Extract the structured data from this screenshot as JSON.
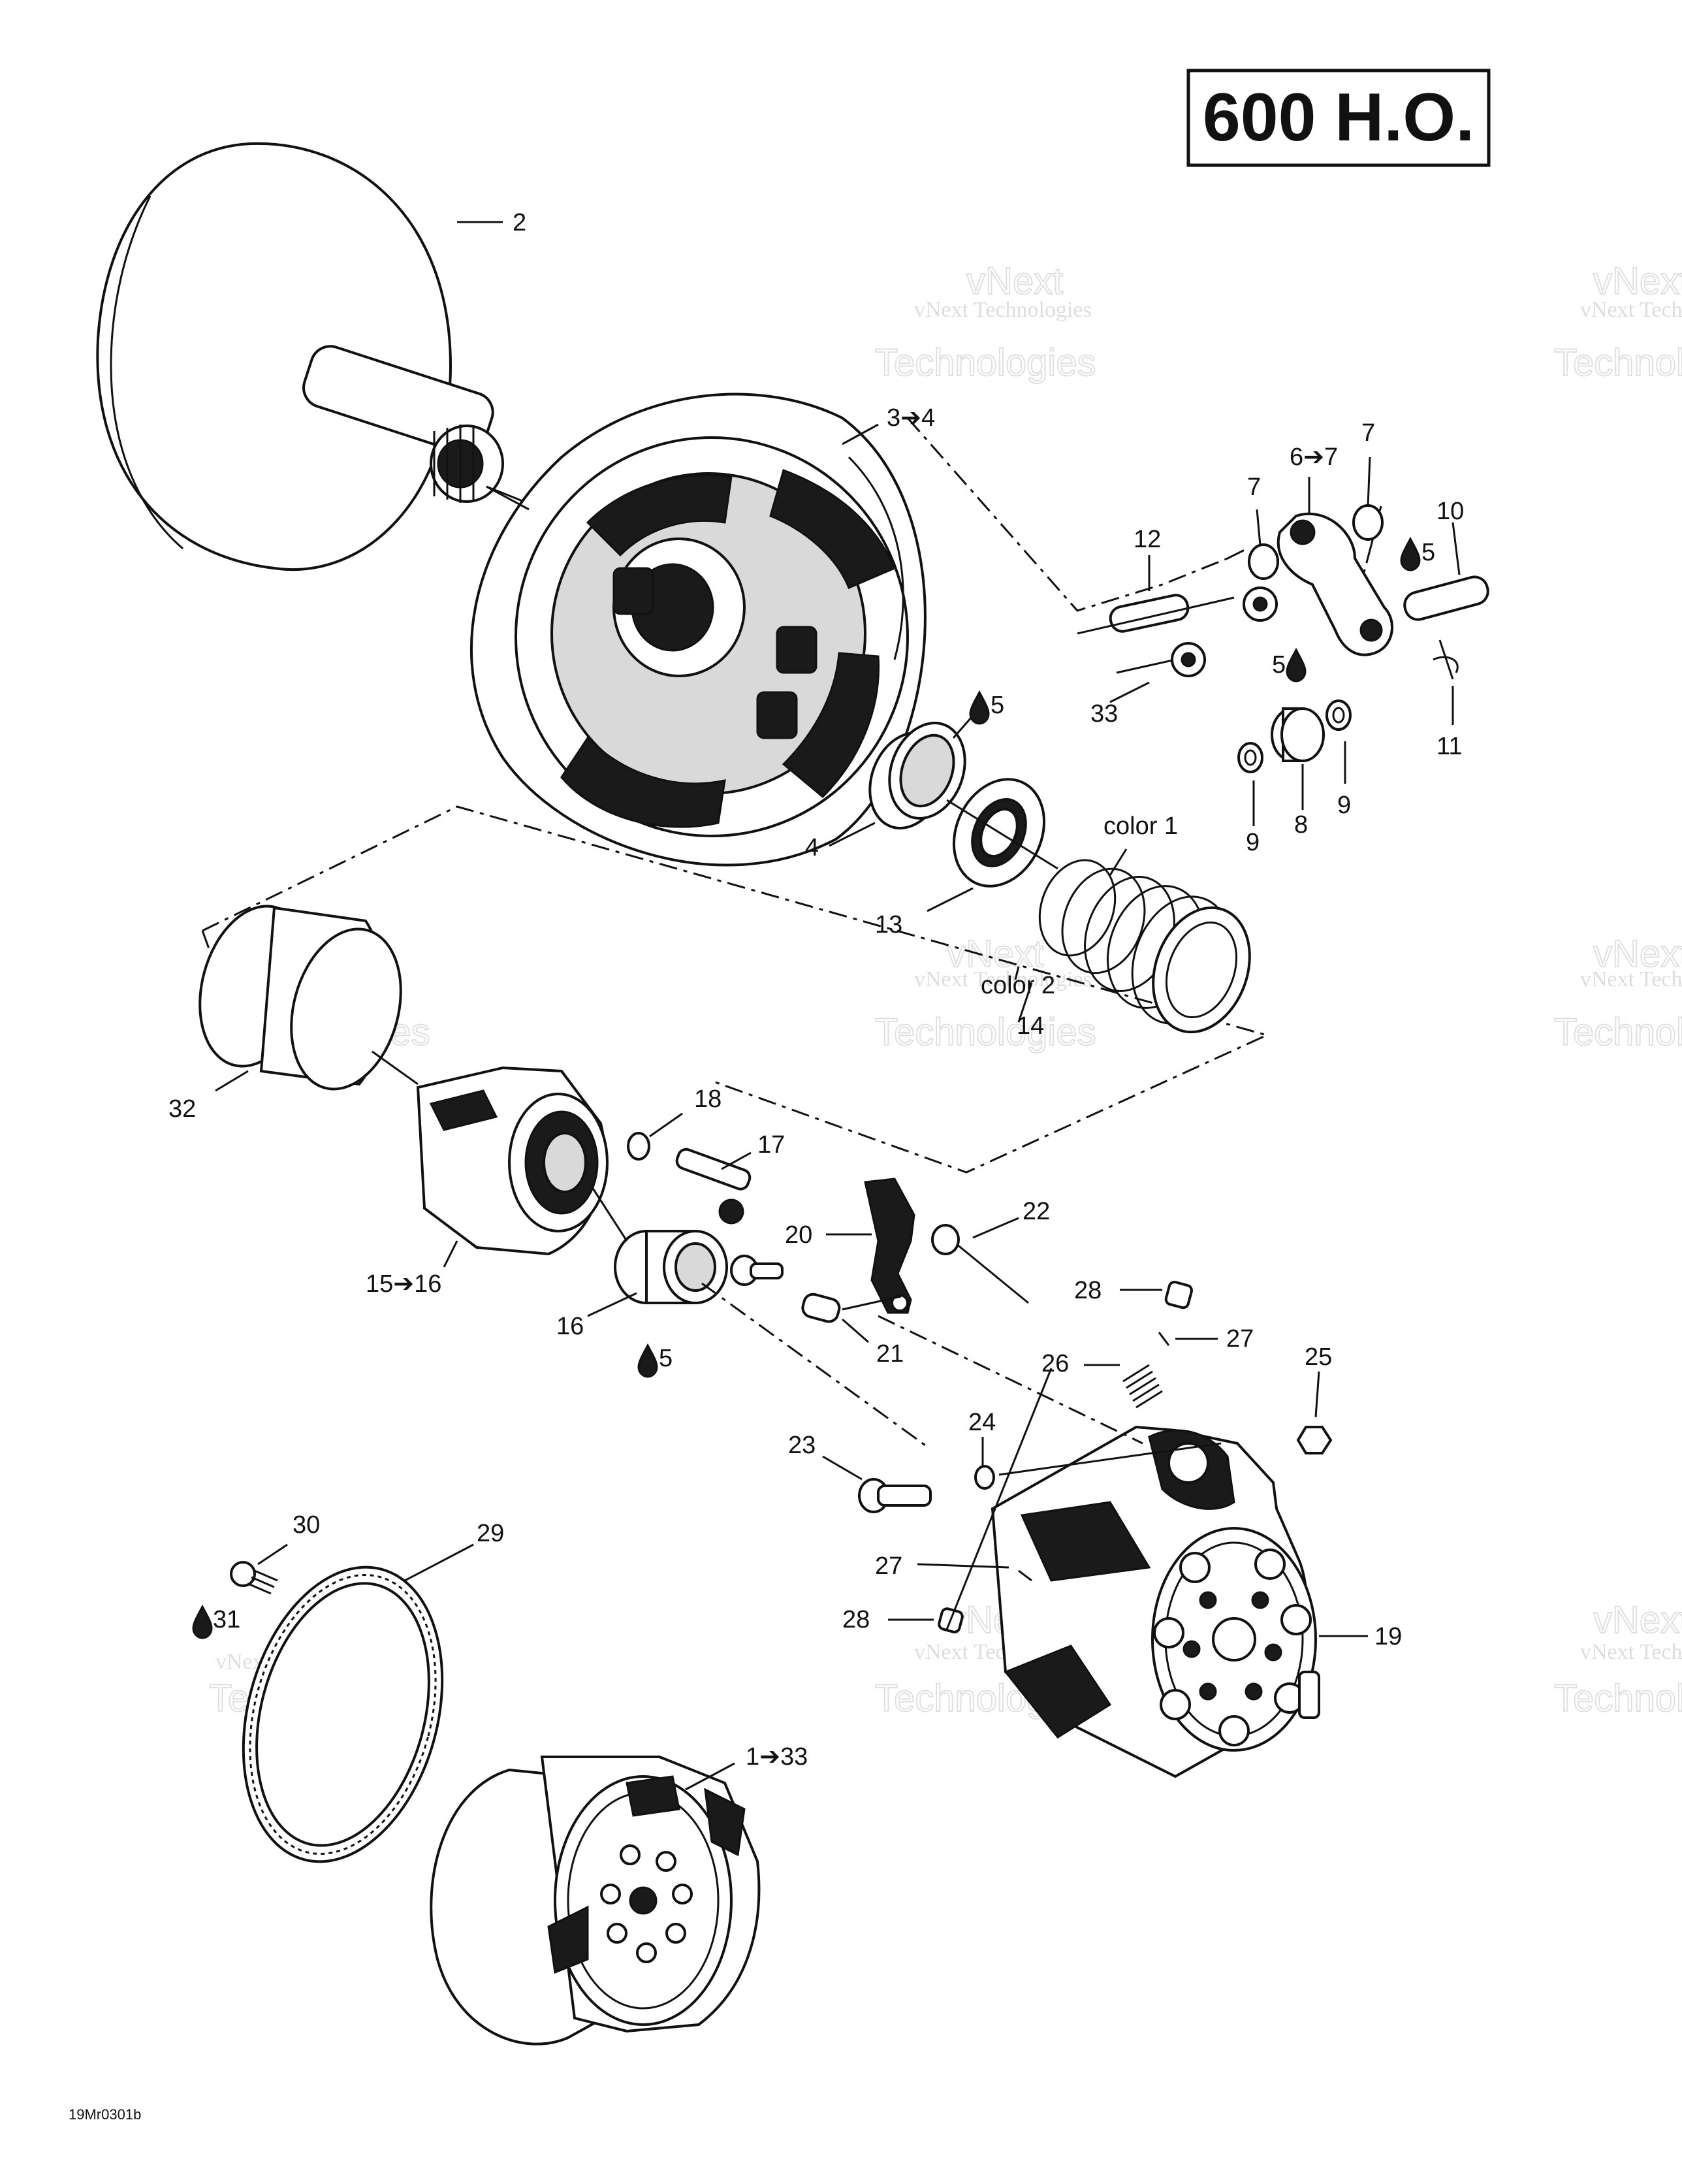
{
  "title": "600 H.O.",
  "drawing_code": "19Mr0301b",
  "watermark_text": "vNext Technologies",
  "callouts": {
    "c2": "2",
    "c3_4": "3➔4",
    "c4": "4",
    "c5a": "5",
    "c5b": "5",
    "c5c": "5",
    "c5d": "5",
    "c6_7": "6➔7",
    "c7a": "7",
    "c7b": "7",
    "c8": "8",
    "c9a": "9",
    "c9b": "9",
    "c10": "10",
    "c11": "11",
    "c12": "12",
    "c13": "13",
    "c14": "14",
    "color1": "color 1",
    "color2": "color 2",
    "c15_16": "15➔16",
    "c16": "16",
    "c17": "17",
    "c18": "18",
    "c19": "19",
    "c20": "20",
    "c21": "21",
    "c22": "22",
    "c23": "23",
    "c24": "24",
    "c25": "25",
    "c26": "26",
    "c27a": "27",
    "c27b": "27",
    "c28a": "28",
    "c28b": "28",
    "c29": "29",
    "c30": "30",
    "c31": "31",
    "c32": "32",
    "c33": "33",
    "c1_33": "1➔33"
  }
}
